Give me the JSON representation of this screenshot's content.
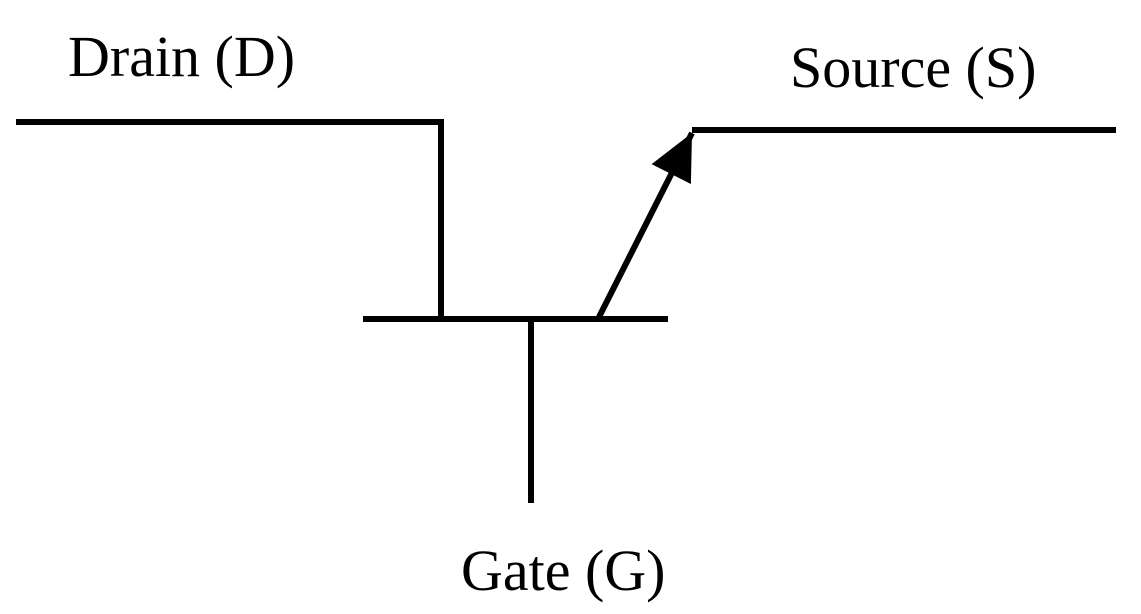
{
  "labels": {
    "drain": "Drain (D)",
    "source": "Source (S)",
    "gate": "Gate (G)"
  },
  "colors": {
    "line": "#000000",
    "background": "#ffffff"
  }
}
